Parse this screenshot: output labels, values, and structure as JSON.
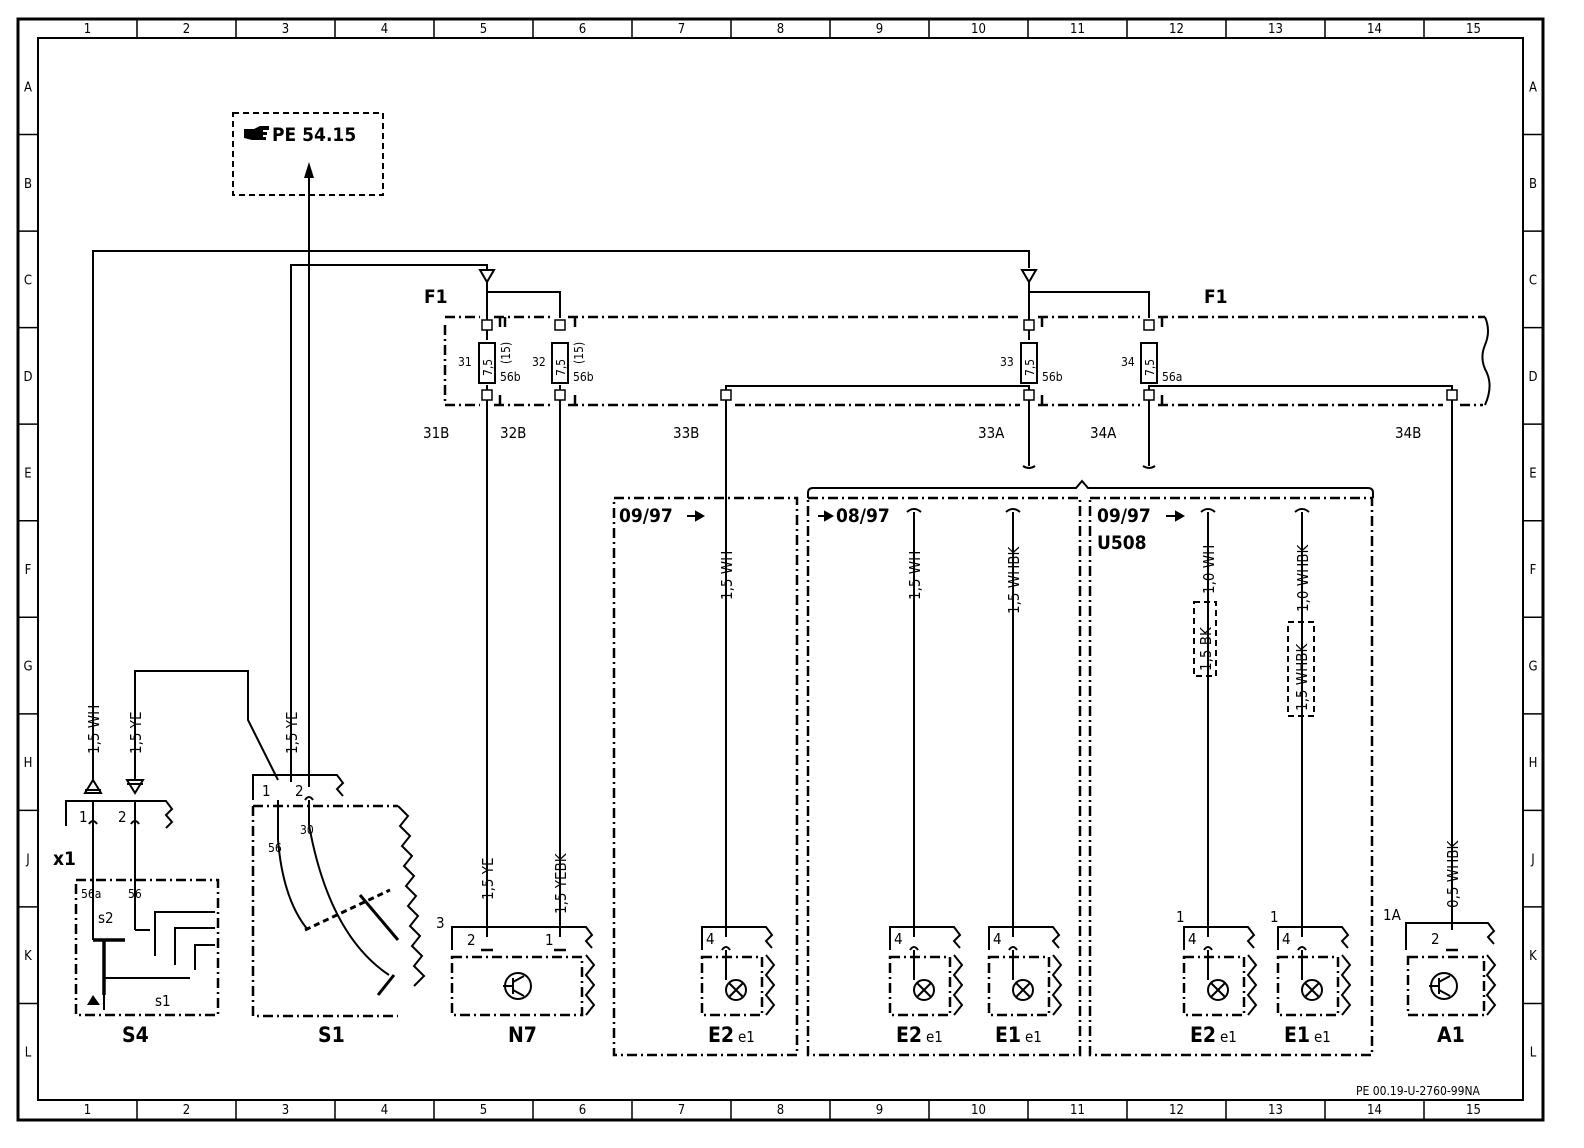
{
  "reference_box": {
    "icon": "pointing-hand-icon",
    "text": "PE 54.15"
  },
  "drawing_code": "PE 00.19-U-2760-99NA",
  "border": {
    "columns": [
      "1",
      "2",
      "3",
      "4",
      "5",
      "6",
      "7",
      "8",
      "9",
      "10",
      "11",
      "12",
      "13",
      "14",
      "15"
    ],
    "rows": [
      "A",
      "B",
      "C",
      "D",
      "E",
      "F",
      "G",
      "H",
      "J",
      "K",
      "L"
    ]
  },
  "fuse_box": {
    "label": "F1",
    "fuses": [
      {
        "number": "31",
        "rating": "7,5",
        "alt_rating": "(15)",
        "terminal": "56b",
        "out_label": "31B"
      },
      {
        "number": "32",
        "rating": "7,5",
        "alt_rating": "(15)",
        "terminal": "56b",
        "out_label": "32B"
      },
      {
        "number": "33",
        "rating": "7,5",
        "terminal": "56b",
        "out_label": "33A"
      },
      {
        "number": "34",
        "rating": "7,5",
        "terminal": "56a",
        "out_label": "34A"
      }
    ],
    "extra_labels": [
      "33B",
      "34B"
    ]
  },
  "wires": {
    "s4_56a": "1,5 WH",
    "s4_56": "1,5 YE",
    "s1_in": "1,5 YE",
    "n7_pin2": "1,5 YE",
    "n7_pin1": "1,5 YEBK",
    "e2_group1": "1,5 WH",
    "e2_group2": "1,5 WH",
    "e1_group2": "1,5 WHBK",
    "e2_group3": "1,0 WH",
    "e2_group3_alt": "1,5 BK",
    "e1_group3": "1,0 WHBK",
    "e1_group3_alt": "1,5 WHBK",
    "a1": "0,5 WHBK"
  },
  "groups": [
    {
      "date": "09/97"
    },
    {
      "date": "08/97"
    },
    {
      "date": "09/97",
      "note": "U508"
    }
  ],
  "components": {
    "s4": {
      "name": "S4",
      "connector": "x1",
      "terminals": [
        "56a",
        "56"
      ],
      "pins": [
        "1",
        "2"
      ],
      "contacts": [
        "s2",
        "s1"
      ]
    },
    "s1": {
      "name": "S1",
      "pins": [
        "1",
        "2"
      ],
      "terminals": [
        "56",
        "30"
      ]
    },
    "n7": {
      "name": "N7",
      "connector": "3",
      "pins": [
        "2",
        "1"
      ]
    },
    "lamp_e2_a": {
      "name": "E2",
      "sub": "e1",
      "pin": "4"
    },
    "lamp_e2_b": {
      "name": "E2",
      "sub": "e1",
      "pin": "4"
    },
    "lamp_e1_b": {
      "name": "E1",
      "sub": "e1",
      "pin": "4"
    },
    "lamp_e2_c": {
      "name": "E2",
      "sub": "e1",
      "pin": "4",
      "connector": "1"
    },
    "lamp_e1_c": {
      "name": "E1",
      "sub": "e1",
      "pin": "4",
      "connector": "1"
    },
    "a1": {
      "name": "A1",
      "pin": "2",
      "connector": "1A"
    }
  }
}
